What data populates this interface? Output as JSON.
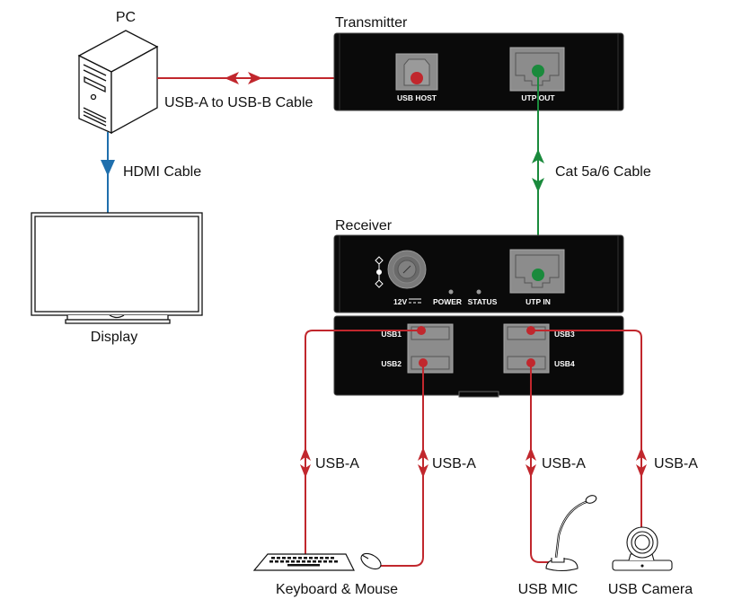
{
  "colors": {
    "usb": "#c1272d",
    "hdmi": "#1f6fad",
    "cat": "#1a8a3c",
    "device_body": "#0a0a0a",
    "port_gray": "#8c8c8c"
  },
  "labels": {
    "pc": "PC",
    "display": "Display",
    "transmitter": "Transmitter",
    "receiver": "Receiver",
    "usb_cable": "USB-A to USB-B Cable",
    "hdmi_cable": "HDMI Cable",
    "cat_cable": "Cat 5a/6 Cable",
    "keyboard_mouse": "Keyboard & Mouse",
    "usb_mic": "USB MIC",
    "usb_camera": "USB Camera"
  },
  "transmitter_ports": {
    "usb_host": "USB HOST",
    "utp_out": "UTP OUT"
  },
  "receiver_ports": {
    "power_in": "12V",
    "power_led": "POWER",
    "status_led": "STATUS",
    "utp_in": "UTP IN",
    "usb1": "USB1",
    "usb2": "USB2",
    "usb3": "USB3",
    "usb4": "USB4"
  },
  "usb_links": [
    {
      "label": "USB-A"
    },
    {
      "label": "USB-A"
    },
    {
      "label": "USB-A"
    },
    {
      "label": "USB-A"
    }
  ]
}
